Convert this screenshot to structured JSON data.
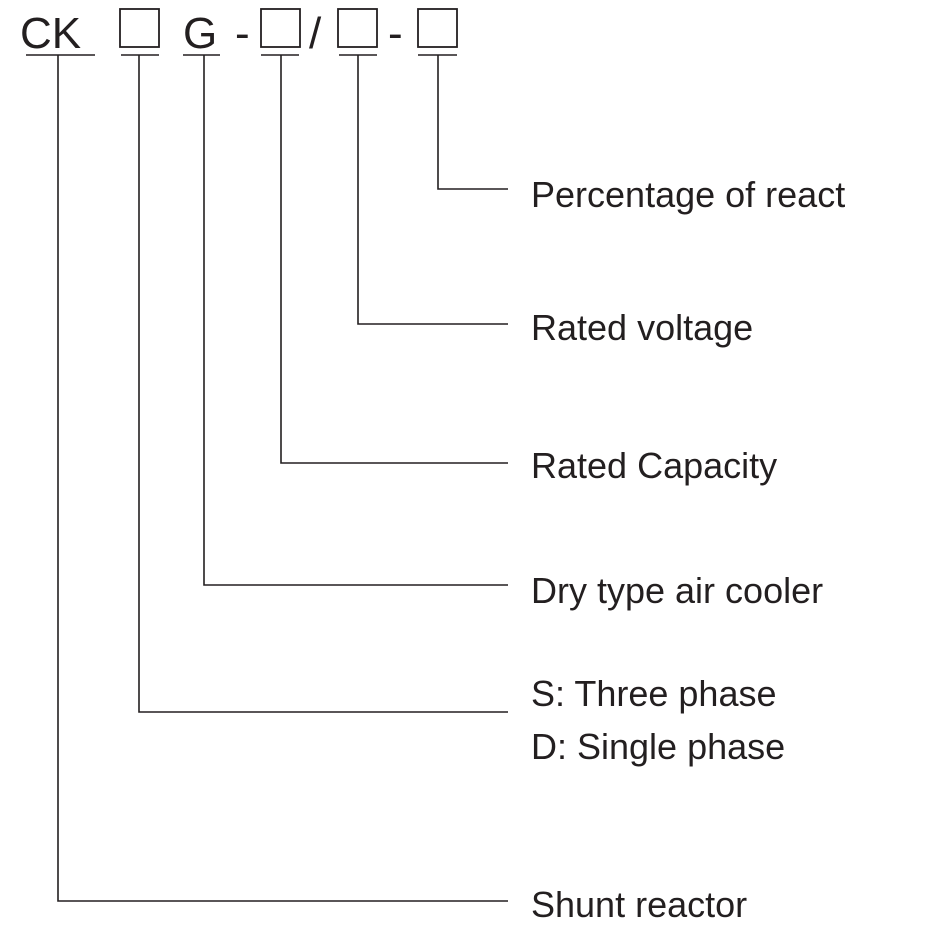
{
  "diagram": {
    "title": "Model designation: CK□G-□/□-□",
    "code": {
      "prefix": "CK",
      "g": "G",
      "dash1": "-",
      "slash": "/",
      "dash2": "-"
    },
    "segments": [
      {
        "id": "ck",
        "symbol": "CK",
        "meaning": [
          "Shunt reactor"
        ]
      },
      {
        "id": "phase",
        "symbol": "□",
        "meaning": [
          "S: Three phase",
          "D: Single phase"
        ]
      },
      {
        "id": "g",
        "symbol": "G",
        "meaning": [
          "Dry type air cooler"
        ]
      },
      {
        "id": "capacity",
        "symbol": "□",
        "meaning": [
          "Rated Capacity"
        ]
      },
      {
        "id": "voltage",
        "symbol": "□",
        "meaning": [
          "Rated voltage"
        ]
      },
      {
        "id": "reactance",
        "symbol": "□",
        "meaning": [
          "Percentage of react"
        ]
      }
    ],
    "colors": {
      "ink": "#231f20",
      "background": "#ffffff"
    }
  }
}
